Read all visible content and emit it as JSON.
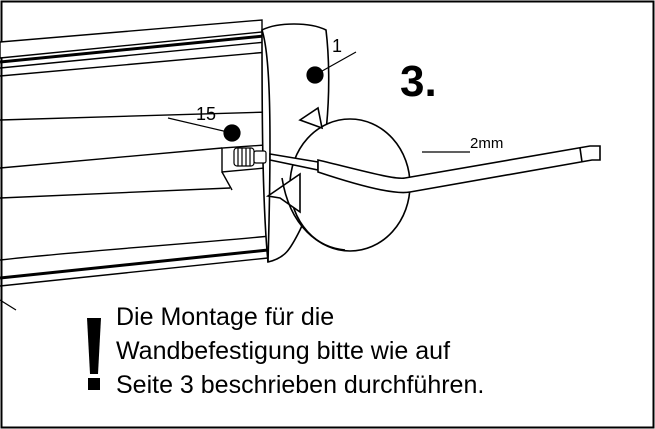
{
  "step": {
    "number": "3."
  },
  "callouts": [
    {
      "number": "1"
    },
    {
      "number": "15"
    }
  ],
  "tool": {
    "size_label": "2mm"
  },
  "note": {
    "lines": [
      "Die Montage für die",
      "Wandbefestigung bitte wie auf",
      "Seite 3 beschrieben durchführen."
    ]
  },
  "colors": {
    "line": "#000000",
    "background": "#ffffff"
  },
  "icons": {
    "warning": "exclamation-mark-icon"
  }
}
